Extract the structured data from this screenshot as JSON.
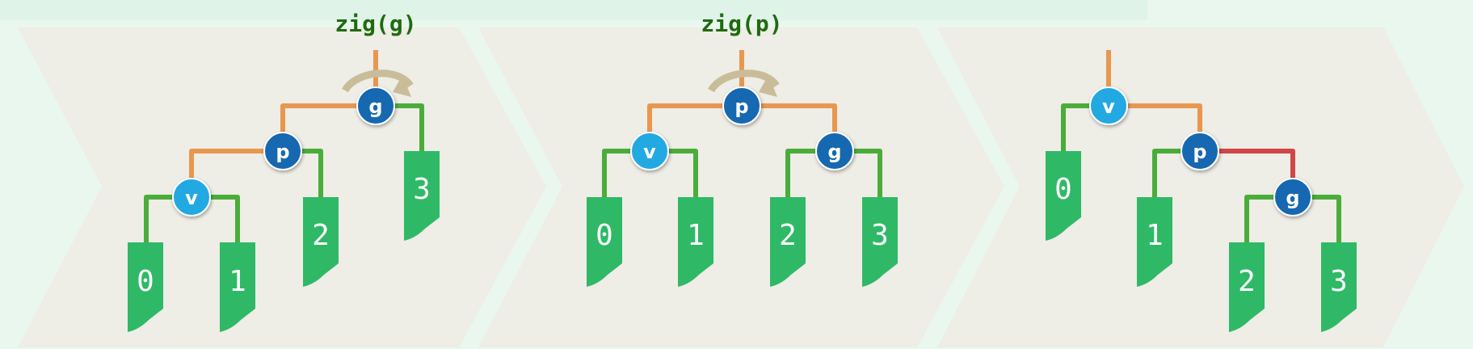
{
  "diagram": {
    "title": "Splay tree zig-zig rotation",
    "steps": [
      {
        "operation": "zig(g)"
      },
      {
        "operation": "zig(p)"
      },
      {
        "operation": ""
      }
    ],
    "node_labels": {
      "v": "v",
      "p": "p",
      "g": "g"
    },
    "subtree_labels": [
      "0",
      "1",
      "2",
      "3"
    ],
    "colors": {
      "background": "#e9f7ef",
      "panel": "#eeede6",
      "edge_orange": "#e8974f",
      "edge_green": "#4aad3a",
      "edge_red": "#d04646",
      "node_dark": "#1467b0",
      "node_light": "#20a9e2",
      "subtree": "#2fb966",
      "rotation_arrow": "#c9bd99",
      "operation_text": "#1f6b10"
    }
  }
}
